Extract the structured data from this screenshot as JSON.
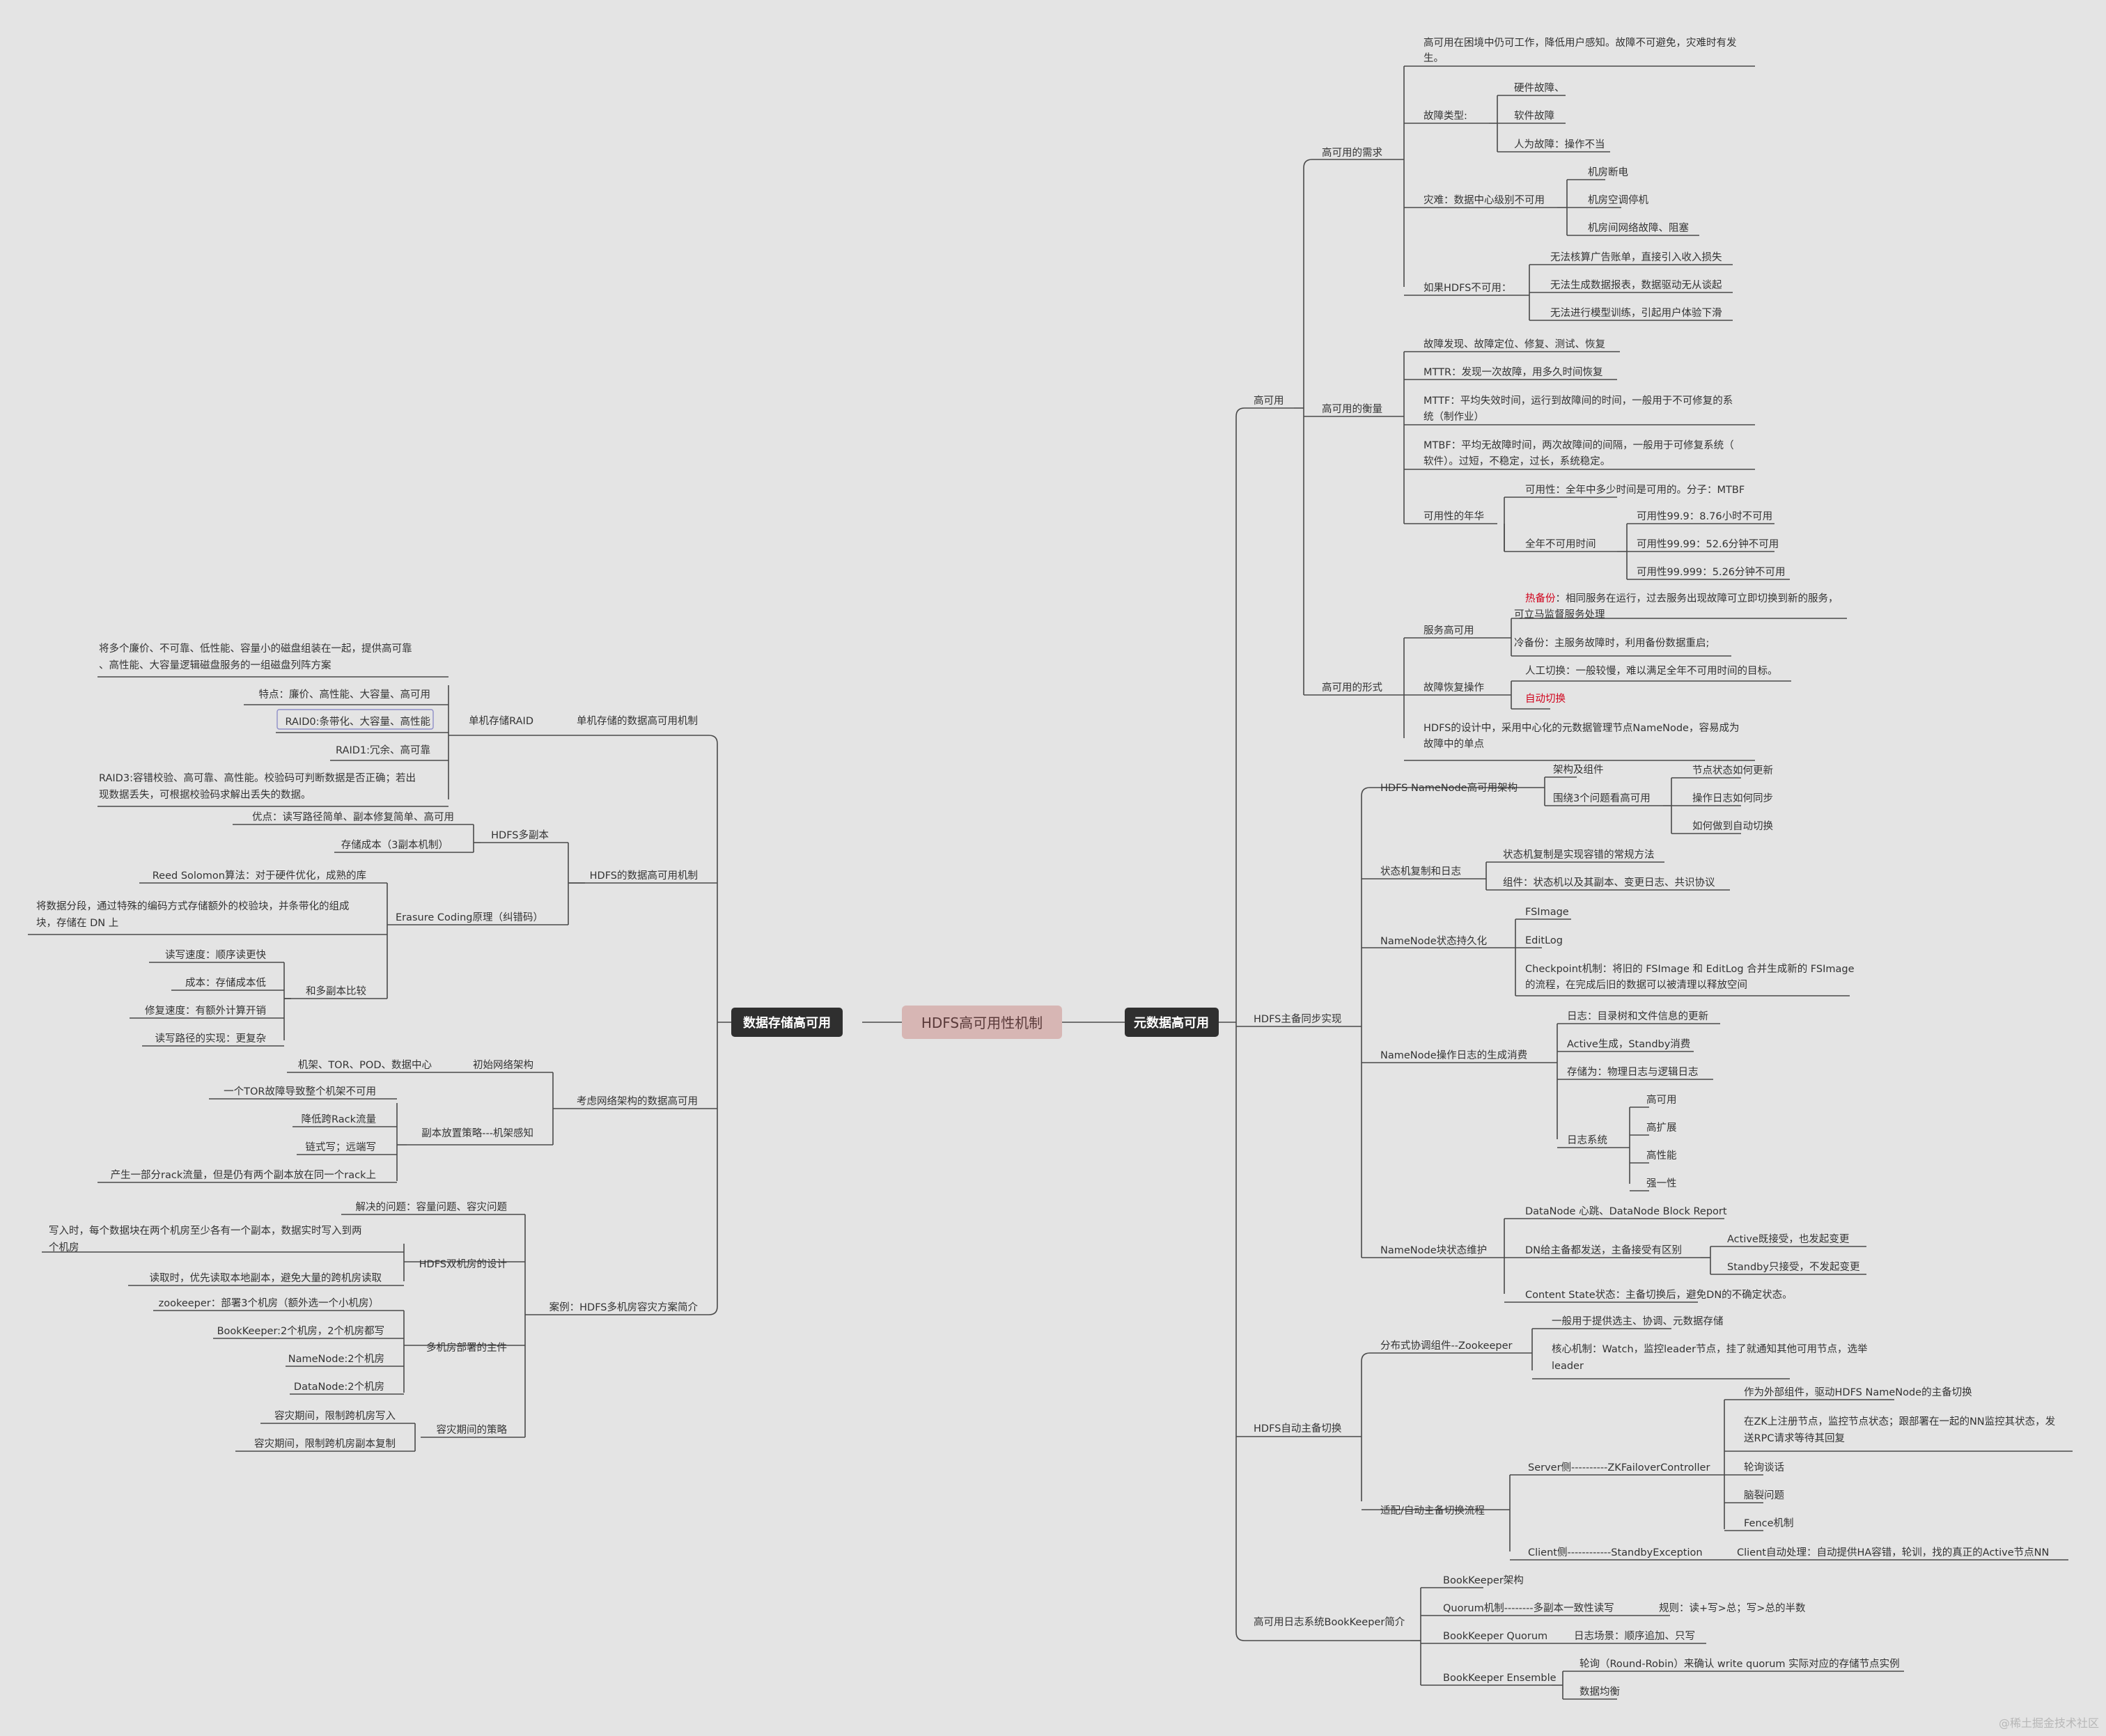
{
  "colors": {
    "background": "#e4e4e4",
    "root_fill": "#d7b6b4",
    "branch_fill": "#2f2f2f",
    "line": "#4a4a4a",
    "highlight_text": "#d0021b",
    "selection_outline": "#8e8ec8"
  },
  "root": "HDFS高可用性机制",
  "branches": {
    "left": "数据存储高可用",
    "right": "元数据高可用"
  },
  "left": {
    "single_node": {
      "title": "单机存储的数据高可用机制",
      "raid": "单机存储RAID",
      "raid_desc": [
        "将多个廉价、不可靠、低性能、容量小的磁盘组装在一起，提供高可靠",
        "、高性能、大容量逻辑磁盘服务的一组磁盘列阵方案"
      ],
      "raid_feature": "特点：廉价、高性能、大容量、高可用",
      "raid0": "RAID0:条带化、大容量、高性能",
      "raid1": "RAID1:冗余、高可靠",
      "raid3": [
        "RAID3:容错校验、高可靠、高性能。校验码可判断数据是否正确；若出",
        "现数据丢失，可根据校验码求解出丢失的数据。"
      ]
    },
    "hdfs_data": {
      "title": "HDFS的数据高可用机制",
      "replica": "HDFS多副本",
      "replica_pros": "优点：读写路径简单、副本修复简单、高可用",
      "replica_cost": "存储成本（3副本机制）",
      "ec": "Erasure Coding原理（纠错码）",
      "ec_rs": "Reed Solomon算法：对于硬件优化，成熟的库",
      "ec_desc": [
        "将数据分段，通过特殊的编码方式存储额外的校验块，并条带化的组成",
        "块，存储在 DN 上"
      ],
      "compare": "和多副本比较",
      "cmp_rw": "读写速度：顺序读更快",
      "cmp_cost": "成本：存储成本低",
      "cmp_repair": "修复速度：有额外计算开销",
      "cmp_path": "读写路径的实现：更复杂"
    },
    "network": {
      "title": "考虑网络架构的数据高可用",
      "arch": "初始网络架构",
      "arch_item": "机架、TOR、POD、数据中心",
      "placement": "副本放置策略---机架感知",
      "p1": "一个TOR故障导致整个机架不可用",
      "p2": "降低跨Rack流量",
      "p3": "链式写；远端写",
      "p4": "产生一部分rack流量，但是仍有两个副本放在同一个rack上"
    },
    "case": {
      "title": "案例：HDFS多机房容灾方案简介",
      "problem": "解决的问题：容量问题、容灾问题",
      "dual": "HDFS双机房的设计",
      "dual_w": [
        "写入时，每个数据块在两个机房至少各有一个副本，数据实时写入到两",
        "个机房"
      ],
      "dual_r": "读取时，优先读取本地副本，避免大量的跨机房读取",
      "multi": "多机房部署的主件",
      "m1": "zookeeper：部署3个机房（额外选一个小机房）",
      "m2": "BookKeeper:2个机房，2个机房都写",
      "m3": "NameNode:2个机房",
      "m4": "DataNode:2个机房",
      "dr": "容灾期间的策略",
      "dr1": "容灾期间，限制跨机房写入",
      "dr2": "容灾期间，限制跨机房副本复制"
    }
  },
  "right": {
    "ha": {
      "title": "高可用",
      "need": {
        "title": "高可用的需求",
        "intro": [
          "高可用在困境中仍可工作，降低用户感知。故障不可避免，灾难时有发",
          "生。"
        ],
        "fault": "故障类型:",
        "f1": "硬件故障、",
        "f2": "软件故障",
        "f3": "人为故障：操作不当",
        "disaster": "灾难：数据中心级别不可用",
        "d1": "机房断电",
        "d2": "机房空调停机",
        "d3": "机房间网络故障、阻塞",
        "unavail": "如果HDFS不可用：",
        "u1": "无法核算广告账单，直接引入收入损失",
        "u2": "无法生成数据报表，数据驱动无从谈起",
        "u3": "无法进行模型训练，引起用户体验下滑"
      },
      "measure": {
        "title": "高可用的衡量",
        "steps": "故障发现、故障定位、修复、测试、恢复",
        "mttr": "MTTR：发现一次故障，用多久时间恢复",
        "mttf": [
          "MTTF：平均失效时间，运行到故障间的时间，一般用于不可修复的系",
          "统（制作业）"
        ],
        "mtbf": [
          "MTBF：平均无故障时间，两次故障间的间隔，一般用于可修复系统（",
          "软件）。过短，不稳定，过长，系统稳定。"
        ],
        "year": "可用性的年华",
        "avail": "可用性：全年中多少时间是可用的。分子：MTBF",
        "downtime": "全年不可用时间",
        "n1": "可用性99.9：8.76小时不可用",
        "n2": "可用性99.99：52.6分钟不可用",
        "n3": "可用性99.999：5.26分钟不可用"
      },
      "forms": {
        "title": "高可用的形式",
        "service": "服务高可用",
        "hot_tag": "热备份",
        "hot_rest": "：相同服务在运行，过去服务出现故障可立即切换到新的服务，",
        "hot_2": "可立马监督服务处理",
        "cold": "冷备份：主服务故障时，利用备份数据重启;",
        "recover": "故障恢复操作",
        "manual": "人工切换：一般较慢，难以满足全年不可用时间的目标。",
        "auto": "自动切换",
        "spof": [
          "HDFS的设计中，采用中心化的元数据管理节点NameNode，容易成为",
          "故障中的单点"
        ]
      }
    },
    "sync": {
      "title": "HDFS主备同步实现",
      "arch": "HDFS NameNode高可用架构",
      "arch_c": "架构及组件",
      "arch_q": "围绕3个问题看高可用",
      "q1": "节点状态如何更新",
      "q2": "操作日志如何同步",
      "q3": "如何做到自动切换",
      "sm": "状态机复制和日志",
      "sm1": "状态机复制是实现容错的常规方法",
      "sm2": "组件：状态机以及其副本、变更日志、共识协议",
      "persist": "NameNode状态持久化",
      "fsimage": "FSImage",
      "editlog": "EditLog",
      "ckpt": [
        "Checkpoint机制：将旧的 FSImage 和 EditLog 合并生成新的 FSImage",
        "的流程，在完成后旧的数据可以被清理以释放空间"
      ],
      "oplog": "NameNode操作日志的生成消费",
      "o1": "日志：目录树和文件信息的更新",
      "o2": "Active生成，Standby消费",
      "o3": "存储为：物理日志与逻辑日志",
      "logsys": "日志系统",
      "l1": "高可用",
      "l2": "高扩展",
      "l3": "高性能",
      "l4": "强一性",
      "block": "NameNode块状态维护",
      "b1": "DataNode 心跳、DataNode Block Report",
      "b2": "DN给主备都发送，主备接受有区别",
      "b2a": "Active既接受，也发起变更",
      "b2b": "Standby只接受，不发起变更",
      "b3": "Content State状态：主备切换后，避免DN的不确定状态。"
    },
    "auto": {
      "title": "HDFS自动主备切换",
      "zk": "分布式协调组件--Zookeeper",
      "zk1": "一般用于提供选主、协调、元数据存储",
      "zk2": [
        "核心机制：Watch，监控leader节点，挂了就通知其他可用节点，选举",
        "leader"
      ],
      "flow": "适配/自动主备切换流程",
      "server": "Server侧----------ZKFailoverController",
      "s1": "作为外部组件，驱动HDFS NameNode的主备切换",
      "s2": [
        "在ZK上注册节点，监控节点状态；跟部署在一起的NN监控其状态，发",
        "送RPC请求等待其回复"
      ],
      "s3": "轮询谈话",
      "s4": "脑裂问题",
      "s5": "Fence机制",
      "client": "Client侧------------StandbyException",
      "client1": "Client自动处理：自动提供HA容错，轮训，找的真正的Active节点NN"
    },
    "bk": {
      "title": "高可用日志系统BookKeeper简介",
      "arch": "BookKeeper架构",
      "quorum": "Quorum机制--------多副本一致性读写",
      "quorum1": "规则：读+写>总；写>总的半数",
      "bq": "BookKeeper Quorum",
      "bq1": "日志场景：顺序追加、只写",
      "be": "BookKeeper Ensemble",
      "be1": "轮询（Round-Robin）来确认 write quorum 实际对应的存储节点实例",
      "be2": "数据均衡"
    }
  },
  "watermark": "@稀土掘金技术社区"
}
